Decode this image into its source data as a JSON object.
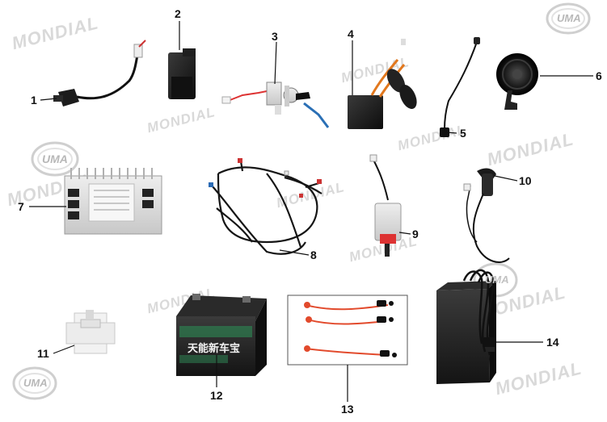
{
  "watermarks": {
    "brand": "MONDIAL",
    "logo": "UMA"
  },
  "callouts": [
    "1",
    "2",
    "3",
    "4",
    "5",
    "6",
    "7",
    "8",
    "9",
    "10",
    "11",
    "12",
    "13",
    "14"
  ],
  "battery": {
    "brand_text": "天能新车宝"
  }
}
